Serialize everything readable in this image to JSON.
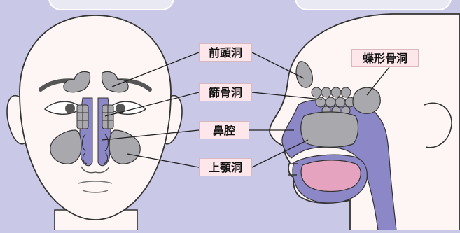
{
  "labels": {
    "frontal_sinus": "前頭洞",
    "ethmoid_sinus": "篩骨洞",
    "nasal_cavity": "鼻腔",
    "maxillary_sinus": "上顎洞",
    "sphenoid_sinus": "蝶形骨洞"
  },
  "colors": {
    "background": "#c9c8e6",
    "skin": "#fdf6f4",
    "outline": "#333333",
    "sinus_gray": "#a9a9ad",
    "airway_purple": "#8c88c8",
    "tongue_pink": "#e6a3bf",
    "label_bg": "#fde7ea"
  }
}
